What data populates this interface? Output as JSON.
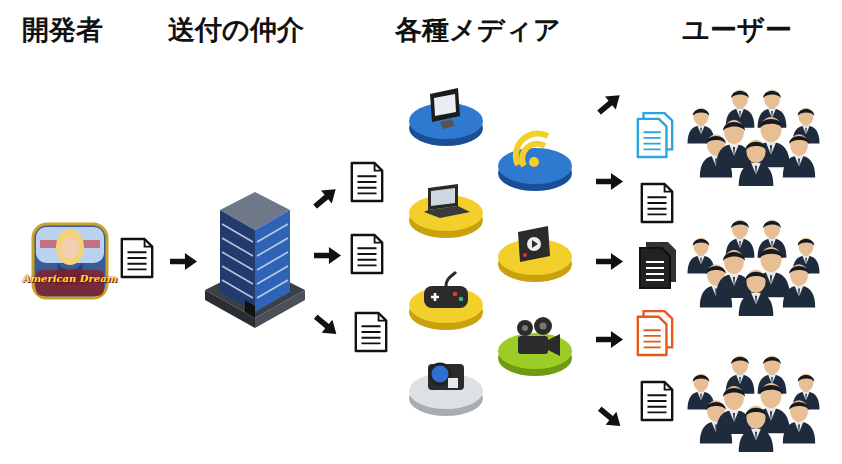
{
  "diagram": {
    "labels": [
      "開発者",
      "送付の仲介",
      "各種メディア",
      "ユーザー",
      "American Dream"
    ]
  }
}
